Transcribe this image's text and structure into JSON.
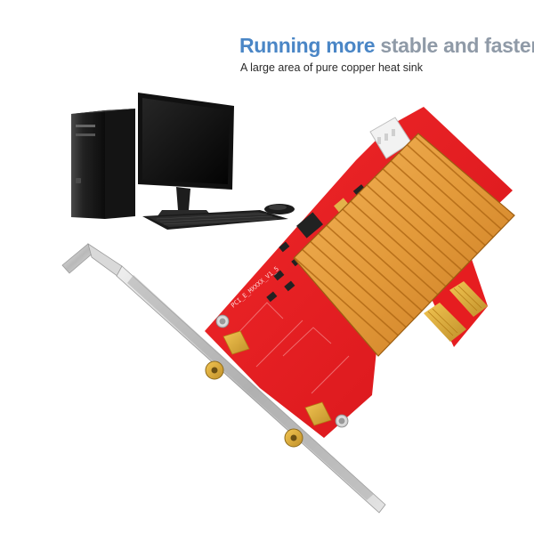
{
  "headline": {
    "accent_text": "Running more",
    "rest_text": "stable and faster"
  },
  "subline": "A large area of pure copper heat sink",
  "board_label": "PCI_E_MXXXX_V1_5",
  "colors": {
    "headline_accent": "#4a86c6",
    "headline_rest": "#8f9aa7",
    "pcb_red": "#e5191d",
    "heatsink_copper": "#e39a3a",
    "gold_contacts": "#d8a63a",
    "bracket_silver": "#c8c8c8"
  }
}
